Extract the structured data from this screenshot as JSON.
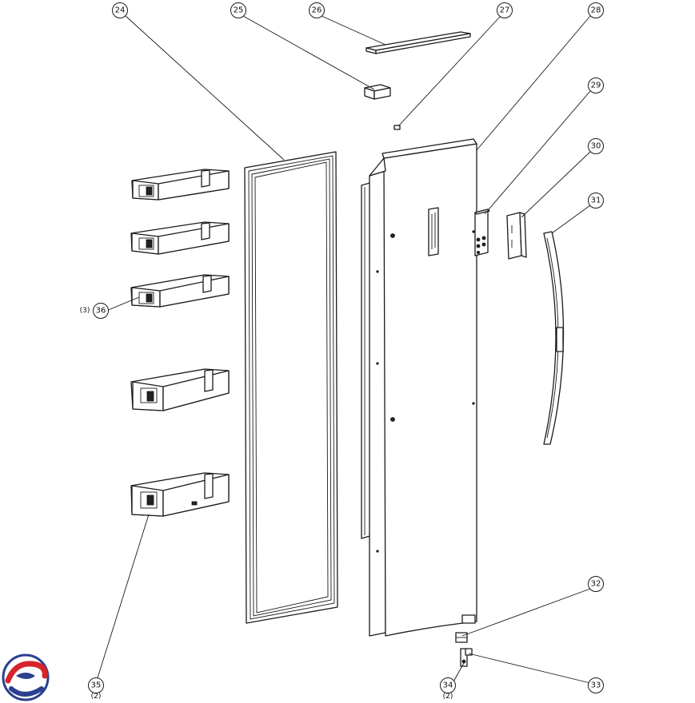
{
  "callouts": {
    "c24": "24",
    "c25": "25",
    "c26": "26",
    "c27": "27",
    "c28": "28",
    "c29": "29",
    "c30": "30",
    "c31": "31",
    "c32": "32",
    "c33": "33",
    "c34": "34",
    "c35": "35",
    "c36": "36"
  },
  "quantities": {
    "q34": "(2)",
    "q35": "(2)",
    "q36": "(3)"
  },
  "colors": {
    "line": "#1a1a1a",
    "logo_red": "#d7232b",
    "logo_blue": "#2a3f8f"
  }
}
